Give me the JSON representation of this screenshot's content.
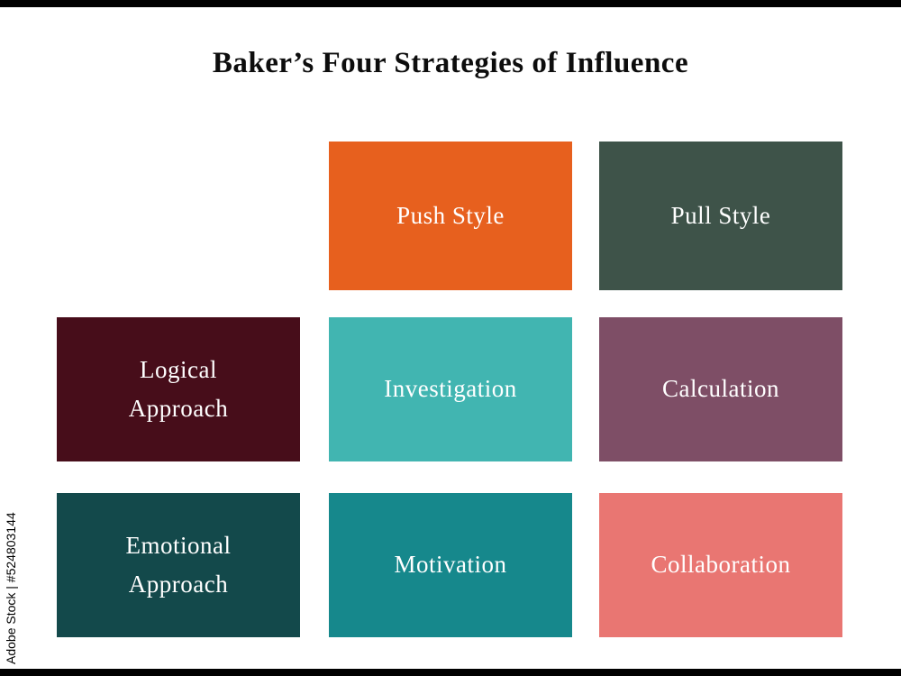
{
  "title": "Baker’s Four Strategies of Influence",
  "watermark": {
    "text": "Adobe Stock | #524803144"
  },
  "cells": {
    "push": {
      "label": "Push Style",
      "color": "#E7601E"
    },
    "pull": {
      "label": "Pull Style",
      "color": "#3E5349"
    },
    "logical": {
      "label": "Logical\nApproach",
      "color": "#470D1A"
    },
    "investigation": {
      "label": "Investigation",
      "color": "#41B5B1"
    },
    "calculation": {
      "label": "Calculation",
      "color": "#7E4E66"
    },
    "emotional": {
      "label": "Emotional\nApproach",
      "color": "#13494B"
    },
    "motivation": {
      "label": "Motivation",
      "color": "#16888C"
    },
    "collaboration": {
      "label": "Collaboration",
      "color": "#E97672"
    }
  }
}
